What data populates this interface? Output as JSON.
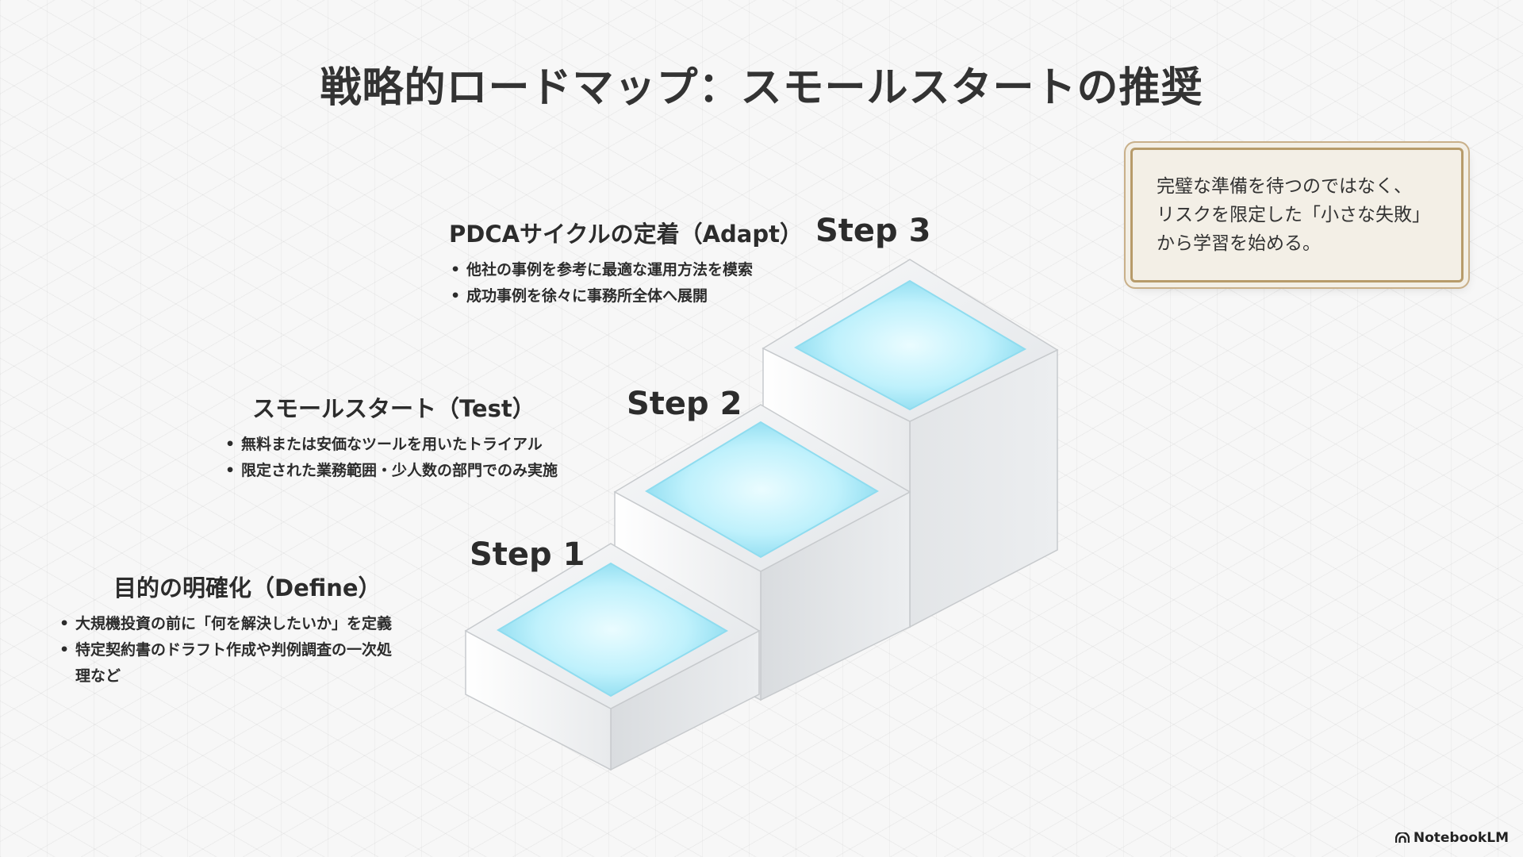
{
  "title": "戦略的ロードマップ：スモールスタートの推奨",
  "steps": [
    {
      "label": "Step 1",
      "heading": "目的の明確化（Define）",
      "bullets": [
        "大規機投資の前に「何を解決したいか」を定義",
        "特定契約書のドラフト作成や判例調査の一次処",
        "理など"
      ]
    },
    {
      "label": "Step 2",
      "heading": "スモールスタート（Test）",
      "bullets": [
        "無料または安価なツールを用いたトライアル",
        "限定された業務範囲・少人数の部門でのみ実施"
      ]
    },
    {
      "label": "Step 3",
      "heading": "PDCAサイクルの定着（Adapt）",
      "bullets": [
        "他社の事例を参考に最適な運用方法を模索",
        "成功事例を徐々に事務所全体へ展開"
      ]
    }
  ],
  "note": {
    "lines": [
      "完璧な準備を待つのではなく、",
      "リスクを限定した「小さな失敗」",
      "から学習を始める。"
    ]
  },
  "brand": "NotebookLM",
  "colors": {
    "accent_glow": "#a9ecfb",
    "accent_edge": "#6fcbe6",
    "note_border": "#b79b6a",
    "block_face": "#e4e6e8"
  }
}
